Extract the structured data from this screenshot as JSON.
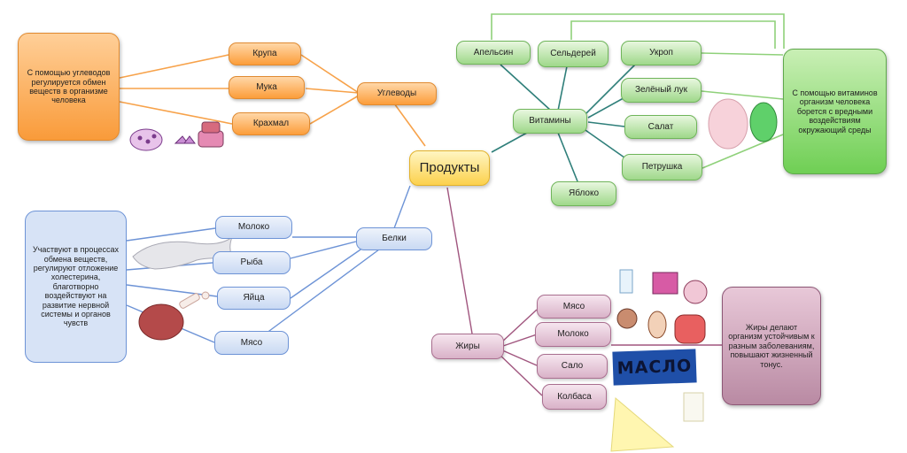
{
  "central": "Продукты",
  "carbs": {
    "label": "Углеводы",
    "items": [
      "Крупа",
      "Мука",
      "Крахмал"
    ],
    "description": "С помощью углеводов регулируется обмен веществ в организме человека",
    "color": "#fc9d3a"
  },
  "vitamins": {
    "label": "Витамины",
    "items": [
      "Апельсин",
      "Сельдерей",
      "Укроп",
      "Зелёный  лук",
      "Салат",
      "Петрушка",
      "Яблоко"
    ],
    "description": "С помощью витаминов организм человека борется с вредными воздействиям окружающий среды",
    "color": "#6fcf54"
  },
  "proteins": {
    "label": "Белки",
    "items": [
      "Молоко",
      "Рыба",
      "Яйца",
      "Мясо"
    ],
    "description": "Участвуют в процессах обмена веществ, регулируют отложение холестерина, благотворно воздействуют на развитие нервной системы и органов чувств",
    "color": "#6d93d6"
  },
  "fats": {
    "label": "Жиры",
    "items": [
      "Мясо",
      "Молоко",
      "Сало",
      "Колбаса"
    ],
    "description": "Жиры делают организм устойчивым к разным заболеваниям, повышают жизненный тонус.",
    "color": "#a96e8f"
  },
  "drawings": {
    "butter_label": "МАСЛО"
  }
}
